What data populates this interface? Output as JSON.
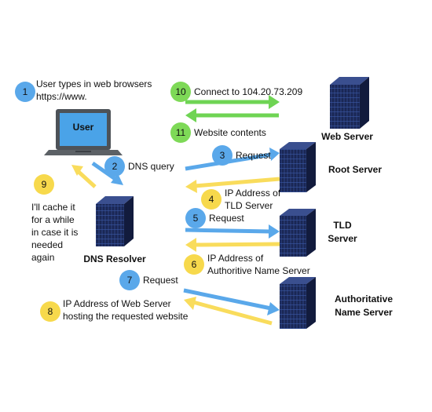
{
  "steps": {
    "s1": {
      "num": "1",
      "line1": "User types in web browsers",
      "line2": "https://www."
    },
    "s2": {
      "num": "2",
      "text": "DNS query"
    },
    "s3": {
      "num": "3",
      "text": "Request"
    },
    "s4": {
      "num": "4",
      "line1": "IP Address of",
      "line2": "TLD Server"
    },
    "s5": {
      "num": "5",
      "text": "Request"
    },
    "s6": {
      "num": "6",
      "line1": "IP Address of",
      "line2": "Authoritive Name Server"
    },
    "s7": {
      "num": "7",
      "text": "Request"
    },
    "s8": {
      "num": "8",
      "line1": "IP Address of Web Server",
      "line2": "hosting the requested website"
    },
    "s9": {
      "num": "9",
      "lines": [
        "I'll cache it",
        "for a while",
        "in case it is",
        "needed",
        "again"
      ]
    },
    "s10": {
      "num": "10",
      "text": "Connect to 104.20.73.209"
    },
    "s11": {
      "num": "11",
      "text": "Website contents"
    }
  },
  "nodes": {
    "user": "User",
    "web_server": "Web Server",
    "root_server": "Root Server",
    "tld_server_line1": "TLD",
    "tld_server_line2": "Server",
    "dns_resolver": "DNS Resolver",
    "auth_server_line1": "Authoritative",
    "auth_server_line2": "Name Server"
  },
  "colors": {
    "blue_circle": "#5aa8ea",
    "yellow_circle": "#f7d94c",
    "green_circle": "#7ed957",
    "blue_arrow": "#5aa8ea",
    "yellow_arrow": "#f9dc5c",
    "green_arrow": "#6fd454",
    "server_dark": "#1f2d5a",
    "laptop_screen": "#4aa3e8"
  }
}
